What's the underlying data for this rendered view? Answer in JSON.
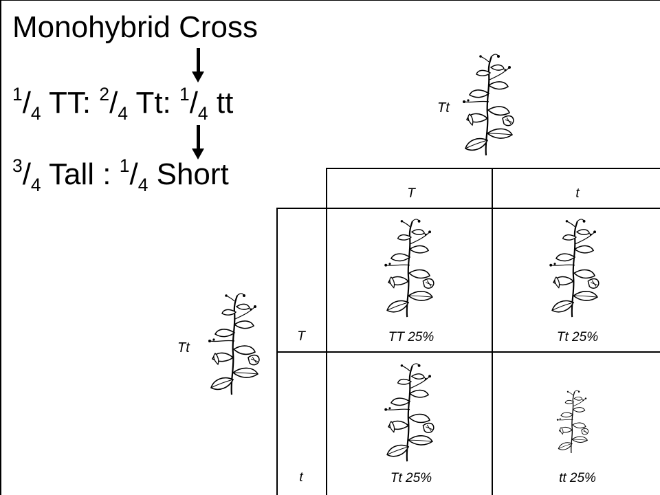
{
  "title": "Monohybrid Cross",
  "genotype_ratio": {
    "t1_num": "1",
    "t1_den": "4",
    "t1_label": "TT:",
    "t2_num": "2",
    "t2_den": "4",
    "t2_label": "Tt:",
    "t3_num": "1",
    "t3_den": "4",
    "t3_label": "tt"
  },
  "phenotype_ratio": {
    "t1_num": "3",
    "t1_den": "4",
    "t1_label": "Tall :",
    "t2_num": "1",
    "t2_den": "4",
    "t2_label": "Short"
  },
  "parents": {
    "top_label": "Tt",
    "left_label": "Tt"
  },
  "punnett": {
    "col_headers": [
      "T",
      "t"
    ],
    "row_headers": [
      "T",
      "t"
    ],
    "cells": [
      [
        "TT 25%",
        "Tt 25%"
      ],
      [
        "Tt 25%",
        "tt 25%"
      ]
    ]
  },
  "colors": {
    "ink": "#000000",
    "background": "#ffffff"
  }
}
